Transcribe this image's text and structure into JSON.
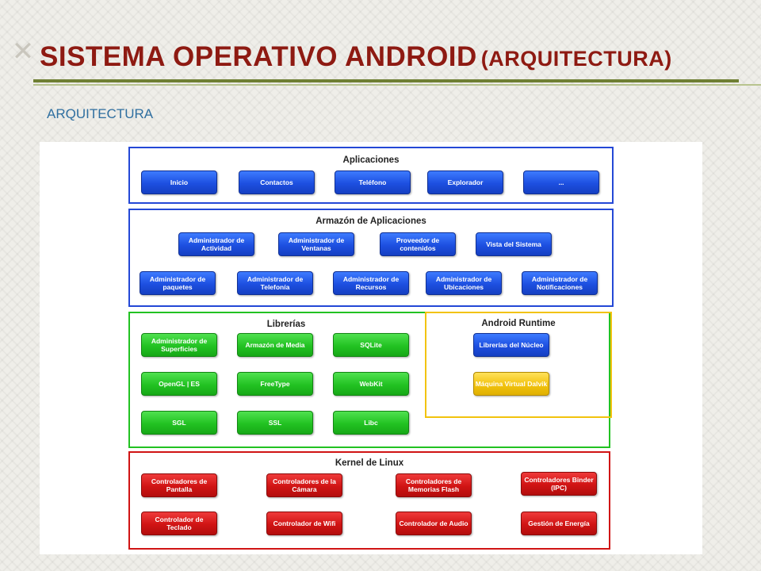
{
  "slide": {
    "title_main": "SISTEMA  OPERATIVO  ANDROID",
    "title_sub": "(ARQUITECTURA)",
    "subtitle": "ARQUITECTURA",
    "corner_glyph": "✕"
  },
  "diagram": {
    "applications": {
      "title": "Aplicaciones",
      "items": [
        "Inicio",
        "Contactos",
        "Teléfono",
        "Explorador",
        "..."
      ]
    },
    "framework": {
      "title": "Armazón de Aplicaciones",
      "items": [
        "Administrador de Actividad",
        "Administrador de Ventanas",
        "Proveedor de contenidos",
        "Vista del Sistema",
        "Administrador de paquetes",
        "Administrador de Telefonía",
        "Administrador de Recursos",
        "Administrador de Ubicaciones",
        "Administrador de Notificaciones"
      ]
    },
    "libraries": {
      "title": "Librerías",
      "items": [
        "Administrador de Superficies",
        "Armazón de Media",
        "SQLite",
        "OpenGL | ES",
        "FreeType",
        "WebKit",
        "SGL",
        "SSL",
        "Libc"
      ]
    },
    "runtime": {
      "title": "Android Runtime",
      "items": [
        "Librerías del Núcleo",
        "Máquina Virtual Dalvik"
      ]
    },
    "kernel": {
      "title": "Kernel de Linux",
      "items": [
        "Controladores de Pantalla",
        "Controladores de la Cámara",
        "Controladores de Memorias Flash",
        "Controladores Binder (IPC)",
        "Controlador de Teclado",
        "Controlador de Wifi",
        "Controlador de Audio",
        "Gestión de Energía"
      ]
    },
    "colors": {
      "applications": "#2448d6",
      "framework": "#2448d6",
      "libraries": "#22c222",
      "runtime": "#f2c30e",
      "kernel": "#d01414",
      "title_red": "#8e1a12",
      "subtitle_blue": "#2f6fa0"
    }
  }
}
